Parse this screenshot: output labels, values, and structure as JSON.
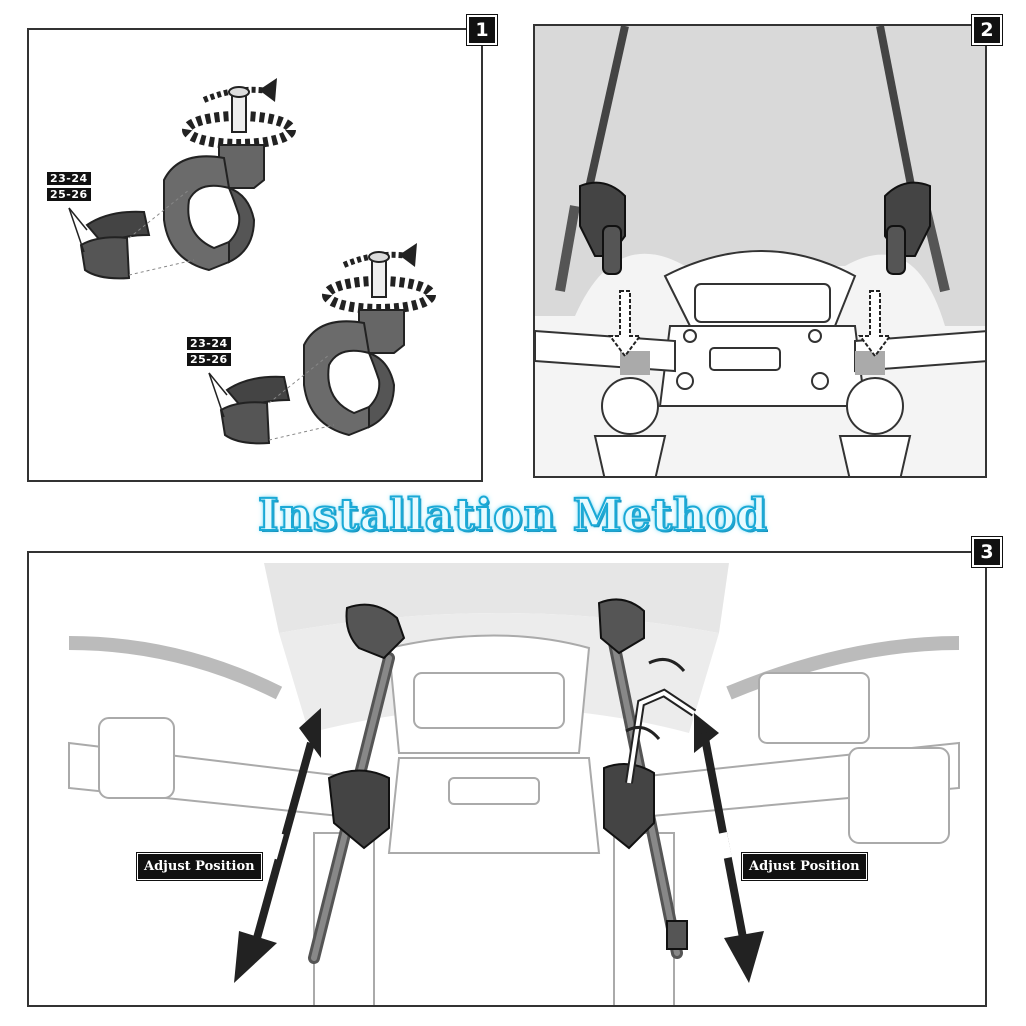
{
  "title": "Installation Method",
  "steps": [
    {
      "number": "1",
      "size_labels": [
        "23-24",
        "25-26"
      ]
    },
    {
      "number": "2"
    },
    {
      "number": "3",
      "adjust_label": "Adjust Position"
    }
  ],
  "colors": {
    "title_fill": "#e8fbff",
    "title_outline": "#1aa9d6",
    "badge": "#111111",
    "arrow_dark": "#222222",
    "mount_grey": "#555555"
  },
  "icons": [
    "rotate-arrow-icon",
    "down-arrow-icon",
    "double-arrow-icon",
    "hex-key-icon"
  ]
}
